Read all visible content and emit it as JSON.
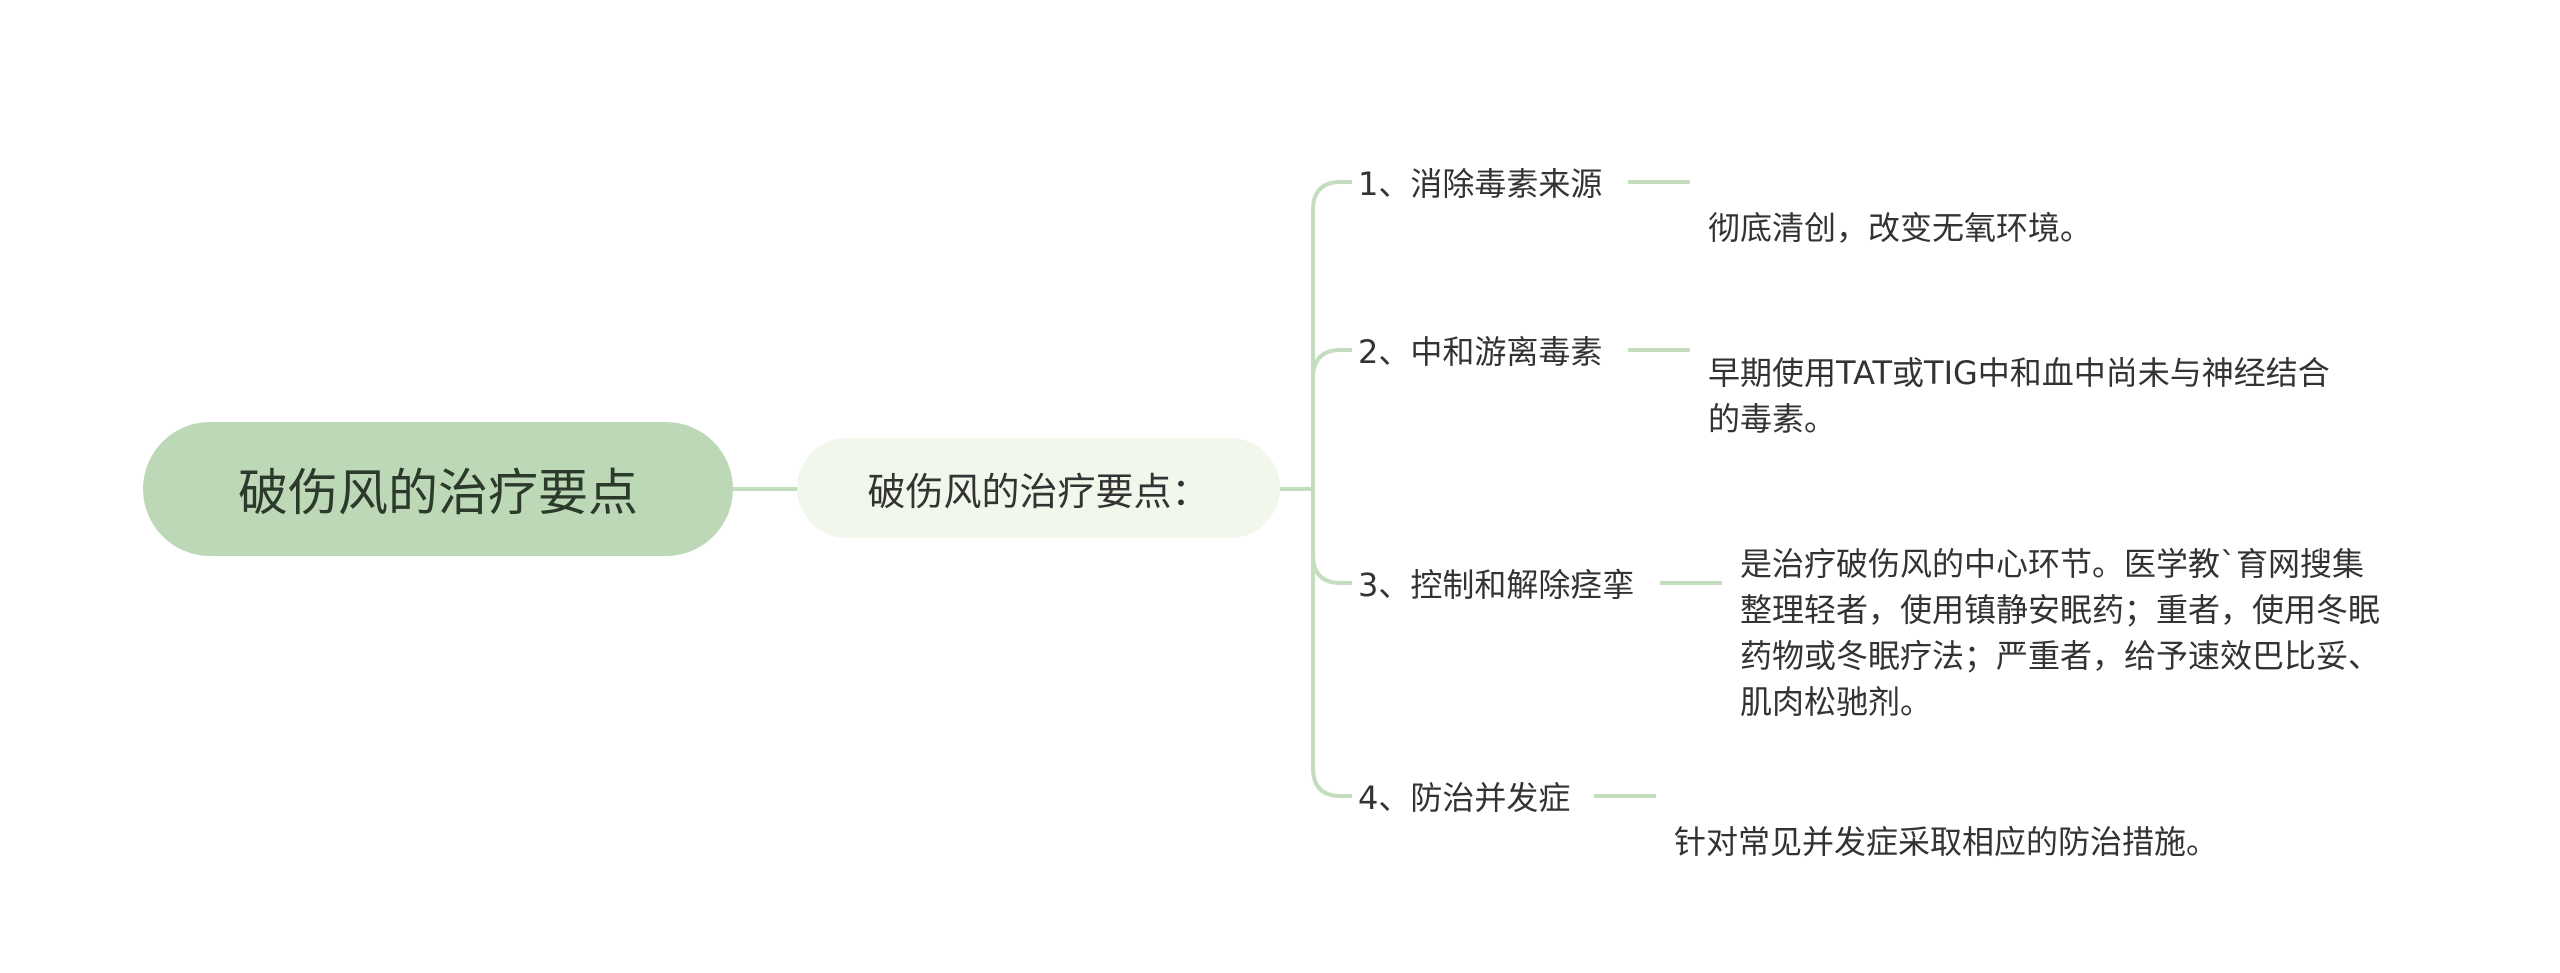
{
  "colors": {
    "background": "#ffffff",
    "root_fill": "#bcd8b6",
    "sub_fill": "#f1f7ea",
    "connector": "#c4ddbf",
    "text": "#333333"
  },
  "mindmap": {
    "root": {
      "label": "破伤风的治疗要点"
    },
    "sub": {
      "label": "破伤风的治疗要点："
    },
    "branches": [
      {
        "label": "1、消除毒素来源",
        "detail": "彻底清创，改变无氧环境。"
      },
      {
        "label": "2、中和游离毒素",
        "detail": "早期使用TAT或TIG中和血中尚未与神经结合\n的毒素。"
      },
      {
        "label": "3、控制和解除痉挛",
        "detail": "是治疗破伤风的中心环节。医学教`育网搜集\n整理轻者，使用镇静安眠药；重者，使用冬眠\n药物或冬眠疗法；严重者，给予速效巴比妥、\n肌肉松驰剂。"
      },
      {
        "label": "4、防治并发症",
        "detail": "针对常见并发症采取相应的防治措施。"
      }
    ]
  }
}
